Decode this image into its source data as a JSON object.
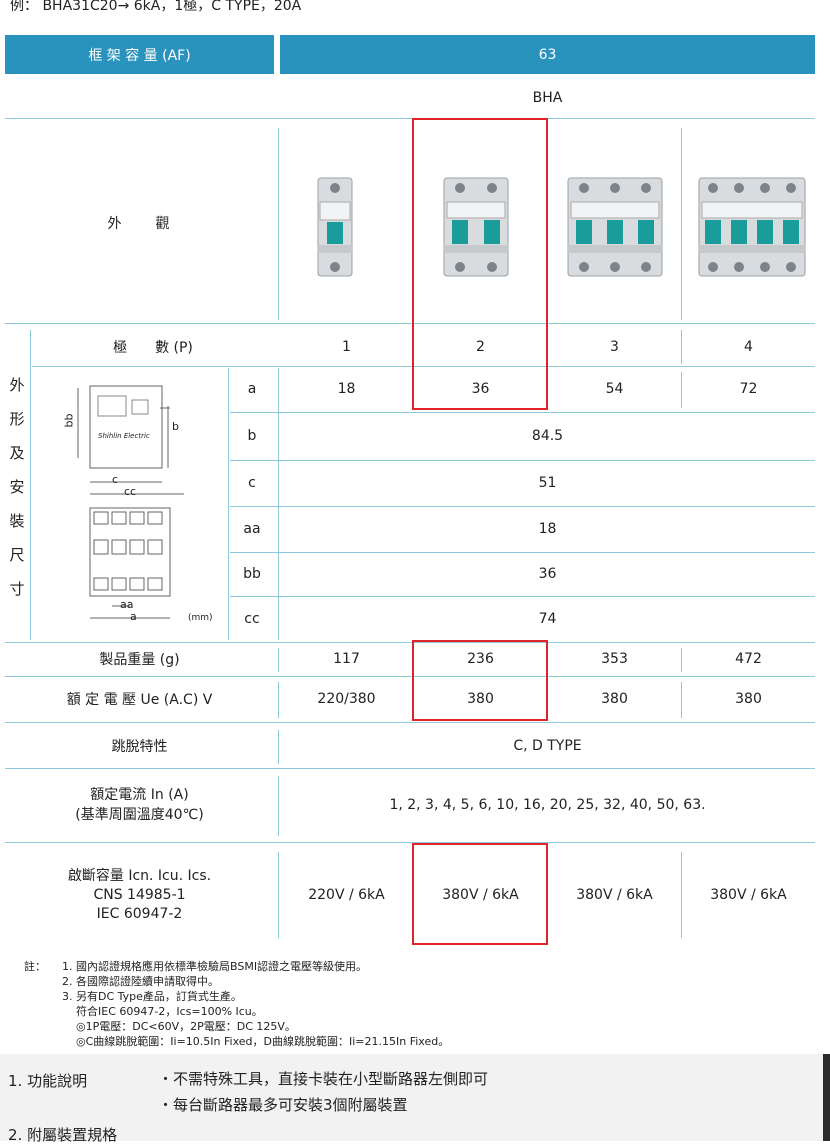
{
  "example_line": "例： BHA31C20→ 6kA，1極，C TYPE，20A",
  "header": {
    "frame_label": "框 架 容 量 (AF)",
    "frame_value": "63"
  },
  "series": "BHA",
  "appearance_label": "外　　觀",
  "poles": {
    "label": "極　　數 (P)",
    "values": [
      "1",
      "2",
      "3",
      "4"
    ]
  },
  "dims_side_label": [
    "外",
    "形",
    "及",
    "安",
    "裝",
    "尺",
    "寸"
  ],
  "dims_unit": "(mm)",
  "diagram_labels": {
    "bb": "bb",
    "b": "b",
    "c": "c",
    "cc": "cc",
    "aa": "aa",
    "a": "a",
    "brand": "Shihlin Electric"
  },
  "dims": [
    {
      "key": "a",
      "values": [
        "18",
        "36",
        "54",
        "72"
      ]
    },
    {
      "key": "b",
      "value": "84.5"
    },
    {
      "key": "c",
      "value": "51"
    },
    {
      "key": "aa",
      "value": "18"
    },
    {
      "key": "bb",
      "value": "36"
    },
    {
      "key": "cc",
      "value": "74"
    }
  ],
  "weight": {
    "label": "製品重量 (g)",
    "values": [
      "117",
      "236",
      "353",
      "472"
    ]
  },
  "voltage": {
    "label": "額 定 電 壓 Ue (A.C) V",
    "values": [
      "220/380",
      "380",
      "380",
      "380"
    ]
  },
  "trip": {
    "label": "跳脫特性",
    "value": "C, D TYPE"
  },
  "current": {
    "label1": "額定電流 In (A)",
    "label2": "(基準周圍溫度40℃)",
    "value": "1, 2, 3, 4, 5, 6, 10, 16, 20, 25, 32, 40, 50, 63."
  },
  "breaking": {
    "label1": "啟斷容量 Icn. Icu. Ics.",
    "label2": "CNS 14985-1",
    "label3": "IEC 60947-2",
    "values": [
      "220V / 6kA",
      "380V / 6kA",
      "380V / 6kA",
      "380V / 6kA"
    ]
  },
  "notes": {
    "prefix": "註：",
    "lines": [
      "1. 國內認證規格應用依標準檢驗局BSMI認證之電壓等級使用。",
      "2. 各國際認證陸續申請取得中。",
      "3. 另有DC Type產品，訂貨式生產。",
      "符合IEC 60947-2，Ics=100% Icu。",
      "◎1P電壓：DC<60V，2P電壓：DC 125V。",
      "◎C曲線跳脫範圍：Ii=10.5In Fixed，D曲線跳脫範圍：Ii=21.15In Fixed。"
    ]
  },
  "footer": {
    "section1": "1. 功能說明",
    "bullet1": "・不需特殊工具，直接卡裝在小型斷路器左側即可",
    "bullet2": "・每台斷路器最多可安裝3個附屬裝置",
    "section2": "2. 附屬裝置規格"
  },
  "colors": {
    "header_bg": "#2a93bd",
    "line": "#8fc9de",
    "highlight": "#e1242b",
    "breaker_teal": "#1a9c9a"
  }
}
